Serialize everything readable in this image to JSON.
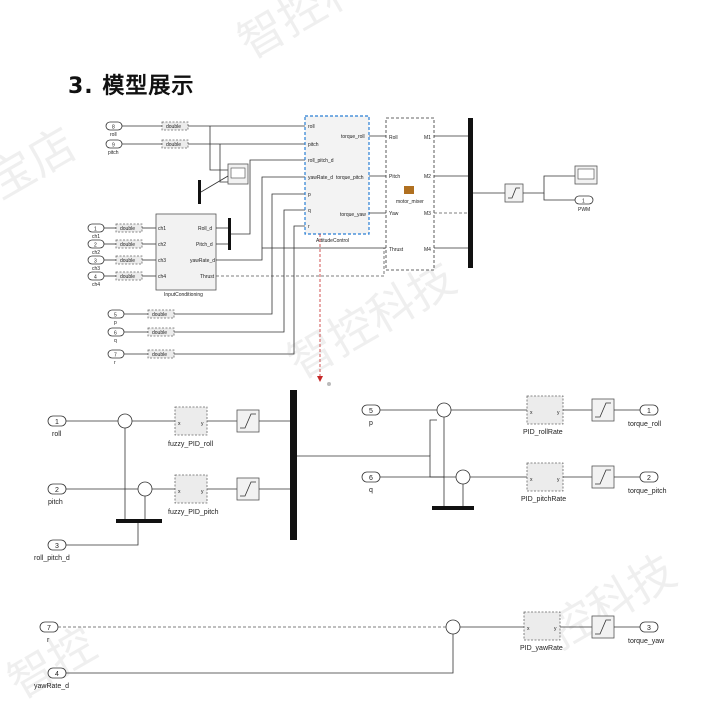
{
  "page": {
    "title": "3.  模型展示"
  },
  "top_model": {
    "inputs": [
      {
        "num": "8",
        "label": "roll"
      },
      {
        "num": "9",
        "label": "pitch"
      },
      {
        "num": "1",
        "label": "ch1"
      },
      {
        "num": "2",
        "label": "ch2"
      },
      {
        "num": "3",
        "label": "ch3"
      },
      {
        "num": "4",
        "label": "ch4"
      },
      {
        "num": "5",
        "label": "p"
      },
      {
        "num": "6",
        "label": "q"
      },
      {
        "num": "7",
        "label": "r"
      }
    ],
    "convert_label": "double",
    "conditioning_block": {
      "name": "InputConditioning",
      "in_ports": [
        "ch1",
        "ch2",
        "ch3",
        "ch4"
      ],
      "out_ports": [
        "Roll_d",
        "Pitch_d",
        "yawRate_d",
        "Thrust"
      ]
    },
    "attitude_block": {
      "name": "AttitudeControl",
      "in_ports": [
        "roll",
        "pitch",
        "roll_pitch_d",
        "yawRate_d",
        "p",
        "q",
        "r"
      ],
      "out_ports": [
        "torque_roll",
        "torque_pitch",
        "torque_yaw"
      ]
    },
    "mixer_block": {
      "name": "motor_mixer",
      "in_ports": [
        "Roll",
        "Pitch",
        "Yaw",
        "Thrust"
      ],
      "out_ports": [
        "M1",
        "M2",
        "M3",
        "M4"
      ]
    },
    "output": {
      "num": "1",
      "label": "PWM"
    }
  },
  "sub_model": {
    "inports": [
      {
        "num": "1",
        "label": "roll"
      },
      {
        "num": "2",
        "label": "pitch"
      },
      {
        "num": "3",
        "label": "roll_pitch_d"
      },
      {
        "num": "5",
        "label": "p"
      },
      {
        "num": "6",
        "label": "q"
      },
      {
        "num": "7",
        "label": "r"
      },
      {
        "num": "4",
        "label": "yawRate_d"
      }
    ],
    "blocks": {
      "fuzzy_roll": "fuzzy_PID_roll",
      "fuzzy_pitch": "fuzzy_PID_pitch",
      "pid_rollrate": "PID_rollRate",
      "pid_pitchrate": "PID_pitchRate",
      "pid_yawrate": "PID_yawRate"
    },
    "outports": [
      {
        "num": "1",
        "label": "torque_roll"
      },
      {
        "num": "2",
        "label": "torque_pitch"
      },
      {
        "num": "3",
        "label": "torque_yaw"
      }
    ],
    "port_x": "x",
    "port_y": "y"
  },
  "watermark": "智控科技"
}
